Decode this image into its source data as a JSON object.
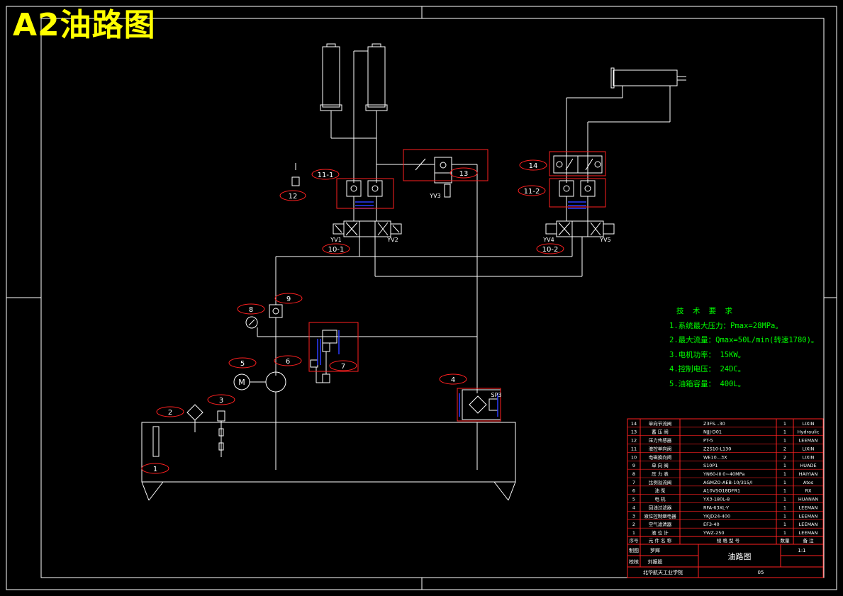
{
  "heading": "A2油路图",
  "labels": {
    "n1": "1",
    "n2": "2",
    "n3": "3",
    "n4": "4",
    "n5": "5",
    "n6": "6",
    "n7": "7",
    "n8": "8",
    "n9": "9",
    "n11_1": "11-1",
    "n11_2": "11-2",
    "n12": "12",
    "n13": "13",
    "n14": "14",
    "n10_1": "10-1",
    "n10_2": "10-2",
    "yv1": "YV1",
    "yv2": "YV2",
    "yv3": "YV3",
    "yv4": "YV4",
    "yv5": "YV5",
    "sp3": "SP3",
    "motor": "M"
  },
  "tech_requirements": {
    "title": "技 术 要 求",
    "items": [
      "1.系统最大压力：Pmax=28MPa。",
      "2.最大流量：Qmax=50L/min(转速1780)。",
      "3.电机功率： 15KW。",
      "4.控制电压： 24DC。",
      "5.油箱容量： 400L。"
    ]
  },
  "parts_list": {
    "rows": [
      {
        "no": "14",
        "name": "单向节流阀",
        "model": "Z3FS...30",
        "qty": "1",
        "note": "LIXIN"
      },
      {
        "no": "13",
        "name": "蓄 压 阀",
        "model": "NJJJ-D01",
        "qty": "1",
        "note": "Hydraulic"
      },
      {
        "no": "12",
        "name": "压力传感器",
        "model": "PT-5",
        "qty": "1",
        "note": "LEEMAN"
      },
      {
        "no": "11",
        "name": "液控单向阀",
        "model": "Z2S10-L130",
        "qty": "2",
        "note": "LIXIN"
      },
      {
        "no": "10",
        "name": "电磁换向阀",
        "model": "WE10...3X",
        "qty": "2",
        "note": "LIXIN"
      },
      {
        "no": "9",
        "name": "单 向 阀",
        "model": "S10P1",
        "qty": "1",
        "note": "HUADE"
      },
      {
        "no": "8",
        "name": "压 力 表",
        "model": "YN60-III 0~40MPa",
        "qty": "1",
        "note": "HAIYIAN"
      },
      {
        "no": "7",
        "name": "比例溢流阀",
        "model": "AGMZO-AEB-10/315/I",
        "qty": "1",
        "note": "Atos"
      },
      {
        "no": "6",
        "name": "油 泵",
        "model": "A10VSO18DFR1",
        "qty": "1",
        "note": "RX"
      },
      {
        "no": "5",
        "name": "电 机",
        "model": "YX3-180L-8",
        "qty": "1",
        "note": "HUANAN"
      },
      {
        "no": "4",
        "name": "回油过滤器",
        "model": "RFA-63XL-Y",
        "qty": "1",
        "note": "LEEMAN"
      },
      {
        "no": "3",
        "name": "液位控制继电器",
        "model": "YKJD24-400",
        "qty": "1",
        "note": "LEEMAN"
      },
      {
        "no": "2",
        "name": "空气滤清器",
        "model": "EF3-40",
        "qty": "1",
        "note": "LEEMAN"
      },
      {
        "no": "1",
        "name": "液 位 计",
        "model": "YWZ-250",
        "qty": "1",
        "note": "LEEMAN"
      }
    ],
    "header": {
      "no": "序号",
      "name": "元 件 名 称",
      "model": "规 格 型 号",
      "qty": "数量",
      "note": "备 注"
    },
    "title_block": {
      "designer_label": "制图",
      "designer": "罗辉",
      "checker_label": "校核",
      "checker": "刘振股",
      "drawing_name": "油路图",
      "scale": "1:1",
      "school": "北华航天工业学院",
      "sheet_no": "05"
    }
  },
  "colors": {
    "line": "#ffffff",
    "label_oval": "#ff2020",
    "accent_blue": "#2a3cff",
    "heading": "#ffff00",
    "tech_text": "#00ff00",
    "table_border": "#ff2020"
  }
}
